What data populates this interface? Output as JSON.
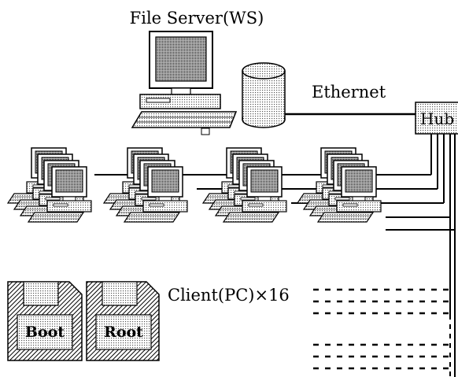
{
  "labels": {
    "file_server": "File Server(WS)",
    "ethernet": "Ethernet",
    "hub": "Hub",
    "clients": "Client(PC)×16",
    "boot_disk": "Boot",
    "root_disk": "Root"
  },
  "nodes": [
    {
      "id": "file-server-workstation",
      "type": "workstation-icon"
    },
    {
      "id": "storage-cylinder",
      "type": "disk-cylinder-icon"
    },
    {
      "id": "hub",
      "type": "hub-box"
    },
    {
      "id": "client-group-1",
      "type": "pc-stack-icon",
      "count": 4
    },
    {
      "id": "client-group-2",
      "type": "pc-stack-icon",
      "count": 4
    },
    {
      "id": "client-group-3",
      "type": "pc-stack-icon",
      "count": 4
    },
    {
      "id": "client-group-4",
      "type": "pc-stack-icon",
      "count": 4
    },
    {
      "id": "boot-floppy",
      "type": "floppy-disk-icon"
    },
    {
      "id": "root-floppy",
      "type": "floppy-disk-icon"
    }
  ],
  "edges": [
    {
      "from": "storage-cylinder",
      "to": "hub",
      "label": "Ethernet"
    },
    {
      "from": "hub",
      "to": "client-group-1"
    },
    {
      "from": "hub",
      "to": "client-group-2"
    },
    {
      "from": "hub",
      "to": "client-group-3"
    },
    {
      "from": "hub",
      "to": "client-group-4"
    }
  ]
}
